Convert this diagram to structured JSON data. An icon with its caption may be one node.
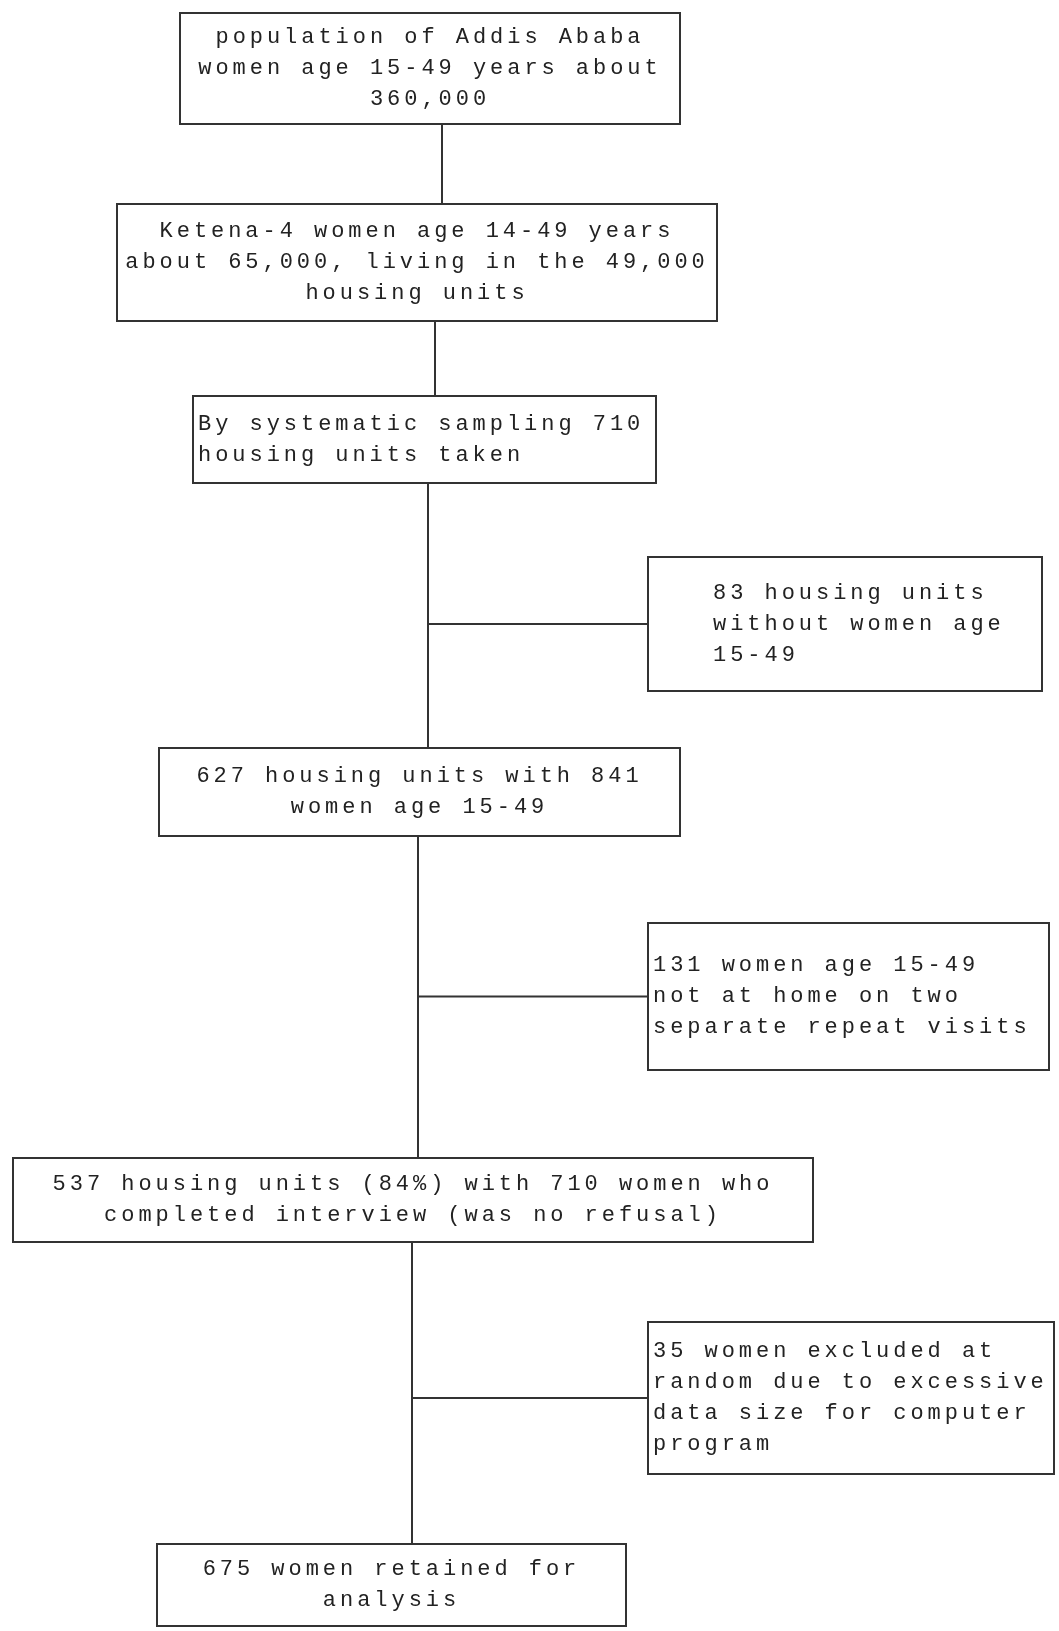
{
  "diagram": {
    "nodes": [
      {
        "text": [
          "population of Addis Ababa women age 15-49 years about 360,000"
        ]
      },
      {
        "text": [
          "Ketena-4 women age 14-49 years about 65,000, living in the 49,000 housing units"
        ]
      },
      {
        "text": [
          "By systematic sampling 710 housing units taken"
        ]
      },
      {
        "text": [
          "83 housing units without women age 15-49"
        ]
      },
      {
        "text": [
          "627 housing units with 841 women age 15-49"
        ]
      },
      {
        "text": [
          "131 women age 15-49 not at home on two separate repeat visits"
        ]
      },
      {
        "text": [
          "537 housing units (84%) with 710 women who completed interview (was no refusal)"
        ]
      },
      {
        "text": [
          "35 women excluded at random due to excessive data size for computer program"
        ]
      },
      {
        "text": [
          "675 women retained for analysis"
        ]
      }
    ],
    "edges": [
      {
        "from": 0,
        "to": 1,
        "arrow": "none"
      },
      {
        "from": 1,
        "to": 2,
        "arrow": "none"
      },
      {
        "from": 2,
        "to": 3,
        "arrow": "none"
      },
      {
        "from": 2,
        "to": 4,
        "arrow": "none"
      },
      {
        "from": 4,
        "to": 5,
        "arrow": "none"
      },
      {
        "from": 4,
        "to": 6,
        "arrow": "none"
      },
      {
        "from": 6,
        "to": 7,
        "arrow": "none"
      },
      {
        "from": 6,
        "to": 8,
        "arrow": "none"
      }
    ]
  }
}
